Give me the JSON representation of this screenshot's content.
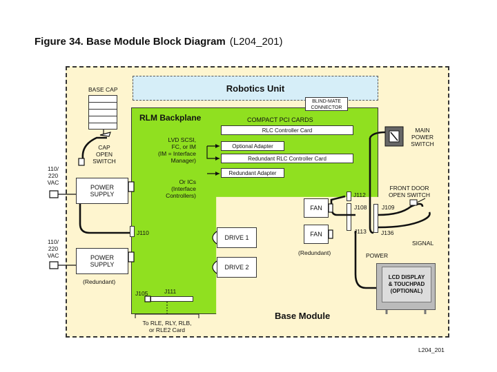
{
  "figure": {
    "title": "Figure 34.  Base Module Block Diagram",
    "code": "(L204_201)",
    "footer_code": "L204_201"
  },
  "robotics_unit": "Robotics Unit",
  "blind_mate": [
    "BLIND-MATE",
    "CONNECTOR"
  ],
  "backplane": {
    "title": "RLM Backplane",
    "cpci_title": "COMPACT PCI CARDS",
    "cards": [
      "RLC Controller Card",
      "Optional Adapter",
      "Redundant RLC Controller Card",
      "Redundant Adapter"
    ],
    "lvd_label": [
      "LVD SCSI,",
      "FC, or IM",
      "(IM = Interface",
      "Manager)"
    ],
    "or_ics_label": [
      "Or ICs",
      "(Interface",
      "Controllers)"
    ]
  },
  "base_cap": "BASE CAP",
  "cap_switch": [
    "CAP",
    "OPEN",
    "SWITCH"
  ],
  "vac_1": [
    "110/",
    "220",
    "VAC"
  ],
  "vac_2": [
    "110/",
    "220",
    "VAC"
  ],
  "power_supply_1": [
    "POWER",
    "SUPPLY"
  ],
  "power_supply_2": [
    "POWER",
    "SUPPLY"
  ],
  "redundant_ps": "(Redundant)",
  "drives": [
    "DRIVE  1",
    "DRIVE  2"
  ],
  "fans": [
    "FAN",
    "FAN"
  ],
  "redundant_fan": "(Redundant)",
  "connectors": {
    "j110": "J110",
    "j105": "J105",
    "j111": "J111",
    "j112": "J112",
    "j108": "J108",
    "j113": "J113",
    "j109": "J109",
    "j136": "J136"
  },
  "main_power_switch": [
    "MAIN",
    "POWER",
    "SWITCH"
  ],
  "front_door_switch": [
    "FRONT DOOR",
    "OPEN SWITCH"
  ],
  "signal": "SIGNAL",
  "power": "POWER",
  "lcd": [
    "LCD DISPLAY",
    "& TOUCHPAD",
    "(OPTIONAL)"
  ],
  "to_cards": [
    "To RLE, RLY, RLB,",
    "or RLE2 Card"
  ],
  "base_module": "Base Module",
  "colors": {
    "backplane": "#90e020",
    "base_module_bg": "#fef5cf",
    "robotics_bg": "#d6eef8",
    "lcd_bg": "#bbbbbb"
  }
}
